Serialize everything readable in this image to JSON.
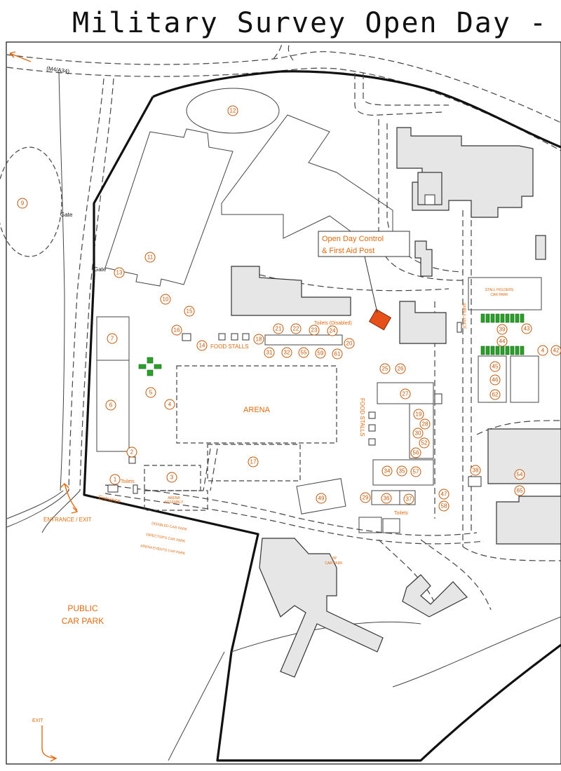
{
  "title": "Military Survey Open Day - S",
  "road_label": "(M4/A34)",
  "labels": {
    "gate": "Gate",
    "control": "Open Day Control",
    "first_aid": "& First Aid Post",
    "toilets_disabled": "Toilets (Disabled)",
    "toilets": "Toilets",
    "food_stalls": "FOOD STALLS",
    "food_stalls_vertical": "FOOD STALLS",
    "arena": "ARENA",
    "arena_assembly_1": "ARENA",
    "arena_assembly_2": "ASSEMBLY",
    "entrance": "Entrance",
    "entrance_exit": "ENTRANCE / EXIT",
    "disabled_car_park": "DISABLED CAR PARK",
    "directors_car_park": "DIRECTOR'S CAR PARK",
    "arena_events_car_park": "ARENA EVENTS CAR PARK",
    "public_car_park_1": "PUBLIC",
    "public_car_park_2": "CAR PARK",
    "vip_car_park_1": "VIP",
    "vip_car_park_2": "CAR PARK",
    "stall_holders_1": "STALL HOLDERS",
    "stall_holders_2": "CAR PARK",
    "ambulance": "AMBULANCE",
    "exit": "EXIT"
  },
  "markers": [
    {
      "id": "m12",
      "label": "12"
    },
    {
      "id": "m9",
      "label": "9"
    },
    {
      "id": "m11",
      "label": "11"
    },
    {
      "id": "m13",
      "label": "13"
    },
    {
      "id": "m10",
      "label": "10"
    },
    {
      "id": "m15",
      "label": "15"
    },
    {
      "id": "m16",
      "label": "16"
    },
    {
      "id": "m14",
      "label": "14"
    },
    {
      "id": "m18",
      "label": "18"
    },
    {
      "id": "m21",
      "label": "21"
    },
    {
      "id": "m22",
      "label": "22"
    },
    {
      "id": "m23",
      "label": "23"
    },
    {
      "id": "m24",
      "label": "24"
    },
    {
      "id": "m20",
      "label": "20"
    },
    {
      "id": "m31",
      "label": "31"
    },
    {
      "id": "m32",
      "label": "32"
    },
    {
      "id": "m55",
      "label": "55"
    },
    {
      "id": "m59",
      "label": "59"
    },
    {
      "id": "m61",
      "label": "61"
    },
    {
      "id": "m7",
      "label": "7"
    },
    {
      "id": "m6",
      "label": "6"
    },
    {
      "id": "m5",
      "label": "5"
    },
    {
      "id": "m4",
      "label": "4"
    },
    {
      "id": "m2",
      "label": "2"
    },
    {
      "id": "m1",
      "label": "1"
    },
    {
      "id": "m3",
      "label": "3"
    },
    {
      "id": "m17",
      "label": "17"
    },
    {
      "id": "m49",
      "label": "49"
    },
    {
      "id": "m25",
      "label": "25"
    },
    {
      "id": "m26",
      "label": "26"
    },
    {
      "id": "m27",
      "label": "27"
    },
    {
      "id": "m19",
      "label": "19"
    },
    {
      "id": "m28",
      "label": "28"
    },
    {
      "id": "m30",
      "label": "30"
    },
    {
      "id": "m52",
      "label": "52"
    },
    {
      "id": "m56",
      "label": "56"
    },
    {
      "id": "m34",
      "label": "34"
    },
    {
      "id": "m35",
      "label": "35"
    },
    {
      "id": "m57",
      "label": "57"
    },
    {
      "id": "m29",
      "label": "29"
    },
    {
      "id": "m36",
      "label": "36"
    },
    {
      "id": "m37",
      "label": "37"
    },
    {
      "id": "m47",
      "label": "47"
    },
    {
      "id": "m58",
      "label": "58"
    },
    {
      "id": "m39",
      "label": "39"
    },
    {
      "id": "m44",
      "label": "44"
    },
    {
      "id": "m45",
      "label": "45"
    },
    {
      "id": "m46",
      "label": "46"
    },
    {
      "id": "m62",
      "label": "62"
    },
    {
      "id": "m38",
      "label": "38"
    },
    {
      "id": "m54",
      "label": "54"
    },
    {
      "id": "m65",
      "label": "65"
    },
    {
      "id": "m4b",
      "label": "4"
    },
    {
      "id": "m42",
      "label": "42"
    },
    {
      "id": "m43",
      "label": "43"
    }
  ],
  "colors": {
    "label_orange": "#e06a10",
    "marker_orange": "#c2560a",
    "control_post": "#e8501a",
    "stall_green": "#2aa02a",
    "building_fill": "#e6e6e6"
  }
}
